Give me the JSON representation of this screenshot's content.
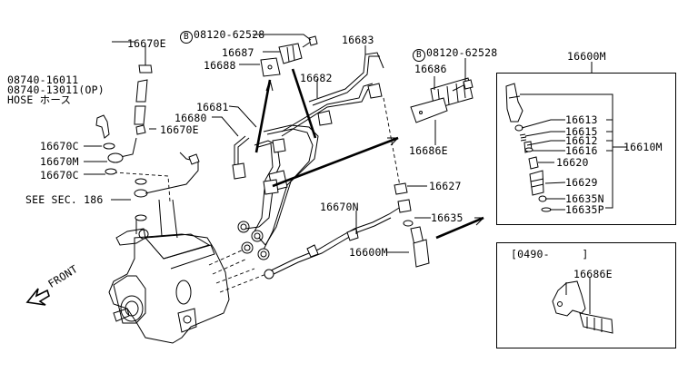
{
  "diagram": {
    "title": "Fuel injection pump, tubes and nozzle parts diagram",
    "bolt_symbol": "B",
    "labels": {
      "bolt_clamp": "08120-62528",
      "bolt_holder": "08120-62528",
      "clamp_16687": "16687",
      "clamp_16688": "16688",
      "tube_16683": "16683",
      "tube_16682": "16682",
      "tube_16681": "16681",
      "tube_16680": "16680",
      "holder_16686": "16686",
      "holder_16686e": "16686E",
      "clip_16627": "16627",
      "washer_16635": "16635",
      "spill_tube_16670n": "16670N",
      "nozzle_16600m": "16600M",
      "clip_16670e_top": "16670E",
      "clip_16670e_mid": "16670E",
      "hose_line1": "08740-16011",
      "hose_line2": "08740-13011(OP)",
      "hose_line3": "HOSE ホース",
      "washer_16670c_a": "16670C",
      "tube_16670m": "16670M",
      "washer_16670c_b": "16670C",
      "see_sec": "SEE SEC. 186",
      "front": "FRONT"
    },
    "nozzle_detail": {
      "title": "16600M",
      "assembly": "16610M",
      "parts": [
        "16613",
        "16615",
        "16612",
        "16616",
        "16620",
        "16629",
        "16635N",
        "16635P"
      ]
    },
    "variant_detail": {
      "date_range": "[0490-     ]",
      "part": "16686E"
    }
  }
}
